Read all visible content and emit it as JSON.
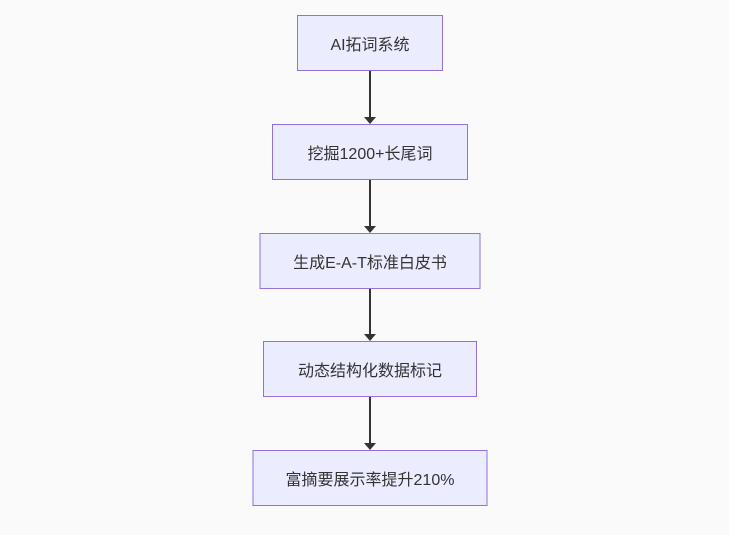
{
  "diagram": {
    "type": "flowchart",
    "direction": "top-down",
    "nodes": [
      {
        "label": "AI拓词系统"
      },
      {
        "label": "挖掘1200+长尾词"
      },
      {
        "label": "生成E-A-T标准白皮书"
      },
      {
        "label": "动态结构化数据标记"
      },
      {
        "label": "富摘要展示率提升210%"
      }
    ],
    "edges": [
      {
        "from": 0,
        "to": 1
      },
      {
        "from": 1,
        "to": 2
      },
      {
        "from": 2,
        "to": 3
      },
      {
        "from": 3,
        "to": 4
      }
    ],
    "colors": {
      "node_fill": "#ECECFF",
      "node_border": "#9370DB",
      "arrow": "#333333",
      "text": "#333333",
      "background": "#fafafa"
    }
  }
}
